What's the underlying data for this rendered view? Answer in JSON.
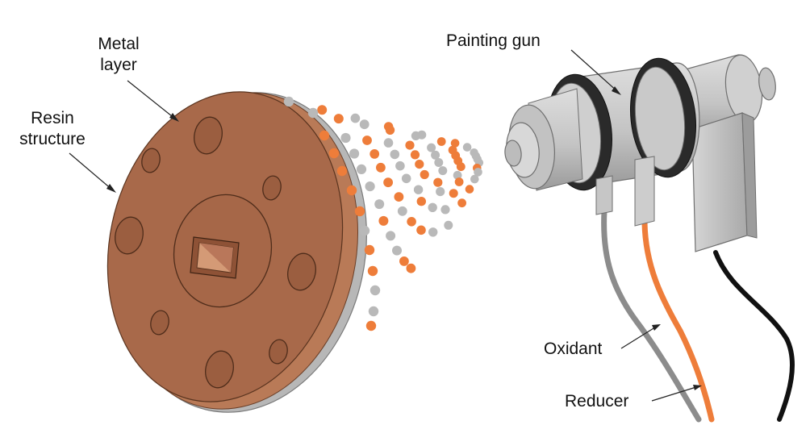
{
  "labels": {
    "metal_layer": [
      "Metal",
      "layer"
    ],
    "resin_structure": [
      "Resin",
      "structure"
    ],
    "painting_gun": "Painting gun",
    "oxidant": "Oxidant",
    "reducer": "Reducer"
  },
  "colors": {
    "copper": "#a8694a",
    "copper_light": "#b97a57",
    "resin_gray": "#b4b4b4",
    "orange_particle": "#ee7d3a",
    "gray_particle": "#b9b9b9",
    "gun_body": "#c7c7c7",
    "gun_ring": "#2a2a2a",
    "oxidant_hose": "#8e8e8e",
    "reducer_hose": "#ee7d3a",
    "power_cable": "#111111"
  }
}
